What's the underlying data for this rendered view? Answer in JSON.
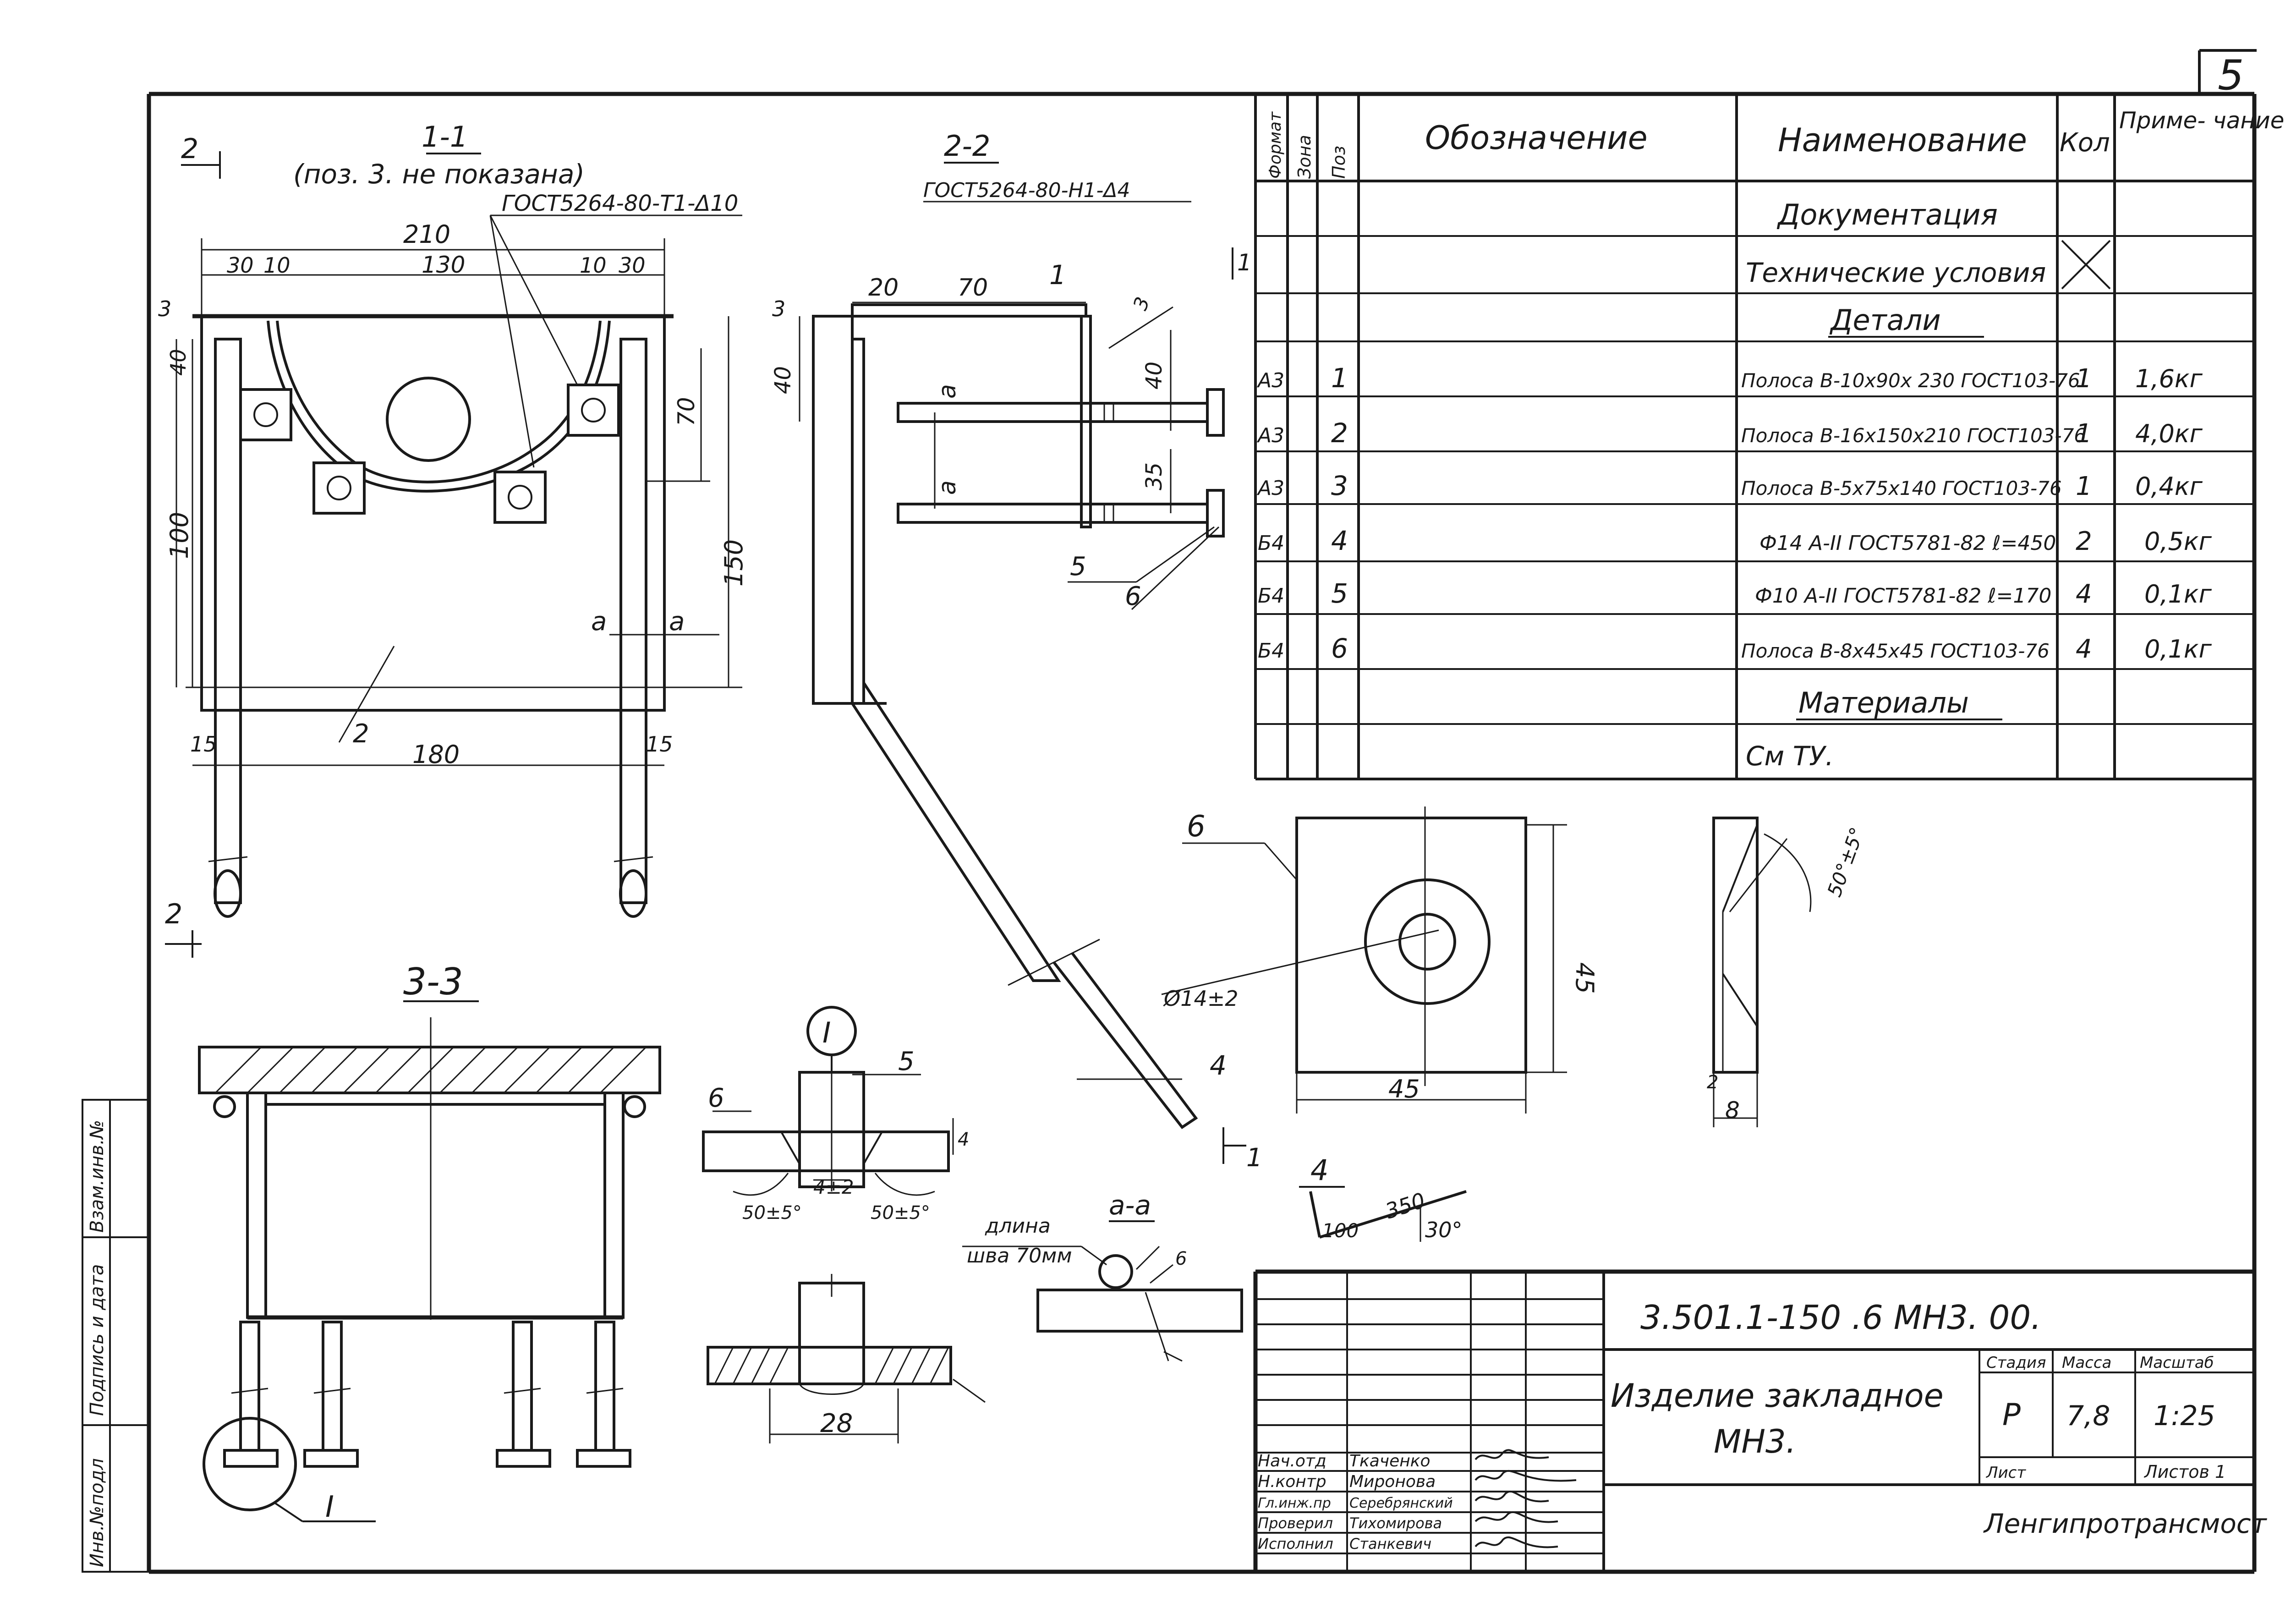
{
  "sheet_number": "5",
  "cut_marks": {
    "cut1": "2",
    "cut2": "2",
    "cut3": "1",
    "cut4": "1"
  },
  "view_1_1": {
    "title": "1-1",
    "subtitle": "(поз. 3. не показана)",
    "weld_note": "ГОСТ5264-80-Т1-Δ10",
    "dims": [
      "210",
      "30",
      "10",
      "130",
      "10",
      "30",
      "3",
      "40",
      "100",
      "70",
      "150",
      "15",
      "180",
      "15"
    ],
    "section_a_left": "а",
    "section_a_right": "а",
    "pos_label": "2"
  },
  "view_2_2": {
    "title": "2-2",
    "weld_note": "ГОСТ5264-80-Н1-Δ4",
    "dims": [
      "20",
      "70",
      "3",
      "40",
      "40",
      "35",
      "3"
    ],
    "pos_1": "1",
    "a1": "а",
    "a2": "а",
    "pos_5": "5",
    "pos_6": "6",
    "pos_4": "4"
  },
  "view_3_3": {
    "title": "3-3",
    "node_label": "I"
  },
  "node_I": {
    "label": "I",
    "pos_5": "5",
    "pos_6": "6",
    "gap": "4±2",
    "angle_left": "50±5°",
    "angle_right": "50±5°",
    "width": "28",
    "small_dim": "4"
  },
  "section_a_a": {
    "title": "а-а",
    "weld_length_note_1": "длина",
    "weld_length_note_2": "шва 70мм",
    "dim": "6"
  },
  "plate_6": {
    "pos": "6",
    "hole": "Ø14±2",
    "width": "45",
    "height": "45",
    "thickness": "8",
    "bevel": "2",
    "angle": "50°±5°"
  },
  "bent_bar_4": {
    "pos": "4",
    "len1": "100",
    "len2": "350",
    "angle": "30°"
  },
  "spec_table": {
    "headers": [
      "Формат",
      "Зона",
      "Поз",
      "Обозначение",
      "Наименование",
      "Кол",
      "Приме-\nчание"
    ],
    "sections": {
      "documentation": "Документация",
      "tech": "Технические условия",
      "details": "Детали",
      "materials": "Материалы",
      "see_tu": "См ТУ."
    },
    "rows": [
      {
        "format": "А3",
        "pos": "1",
        "name": "Полоса В-10х90х 230 ГОСТ103-76",
        "qty": "1",
        "note": "1,6кг"
      },
      {
        "format": "А3",
        "pos": "2",
        "name": "Полоса В-16х150х210 ГОСТ103-76",
        "qty": "1",
        "note": "4,0кг"
      },
      {
        "format": "А3",
        "pos": "3",
        "name": "Полоса В-5х75х140 ГОСТ103-76",
        "qty": "1",
        "note": "0,4кг"
      },
      {
        "format": "Б4",
        "pos": "4",
        "name": "Ф14 А-II ГОСТ5781-82 ℓ=450",
        "qty": "2",
        "note": "0,5кг"
      },
      {
        "format": "Б4",
        "pos": "5",
        "name": "Ф10 А-II ГОСТ5781-82 ℓ=170",
        "qty": "4",
        "note": "0,1кг"
      },
      {
        "format": "Б4",
        "pos": "6",
        "name": "Полоса В-8х45х45 ГОСТ103-76",
        "qty": "4",
        "note": "0,1кг"
      }
    ]
  },
  "title_block": {
    "code": "3.501.1-150 .6 МН3. 00.",
    "name_line1": "Изделие закладное",
    "name_line2": "МН3.",
    "stage_label": "Стадия",
    "mass_label": "Масса",
    "scale_label": "Масштаб",
    "stage": "Р",
    "mass": "7,8",
    "scale": "1:25",
    "sheet_label": "Лист",
    "sheets_label": "Листов 1",
    "org": "Ленгипротрансмост",
    "signatures": [
      {
        "role": "Нач.отд",
        "name": "Ткаченко"
      },
      {
        "role": "Н.контр",
        "name": "Миронова"
      },
      {
        "role": "Гл.инж.пр",
        "name": "Серебрянский"
      },
      {
        "role": "Проверил",
        "name": "Тихомирова"
      },
      {
        "role": "Исполнил",
        "name": "Станкевич"
      }
    ]
  },
  "side_stamp": [
    "Инв.№подл",
    "Подпись и дата",
    "Взам.инв.№"
  ]
}
